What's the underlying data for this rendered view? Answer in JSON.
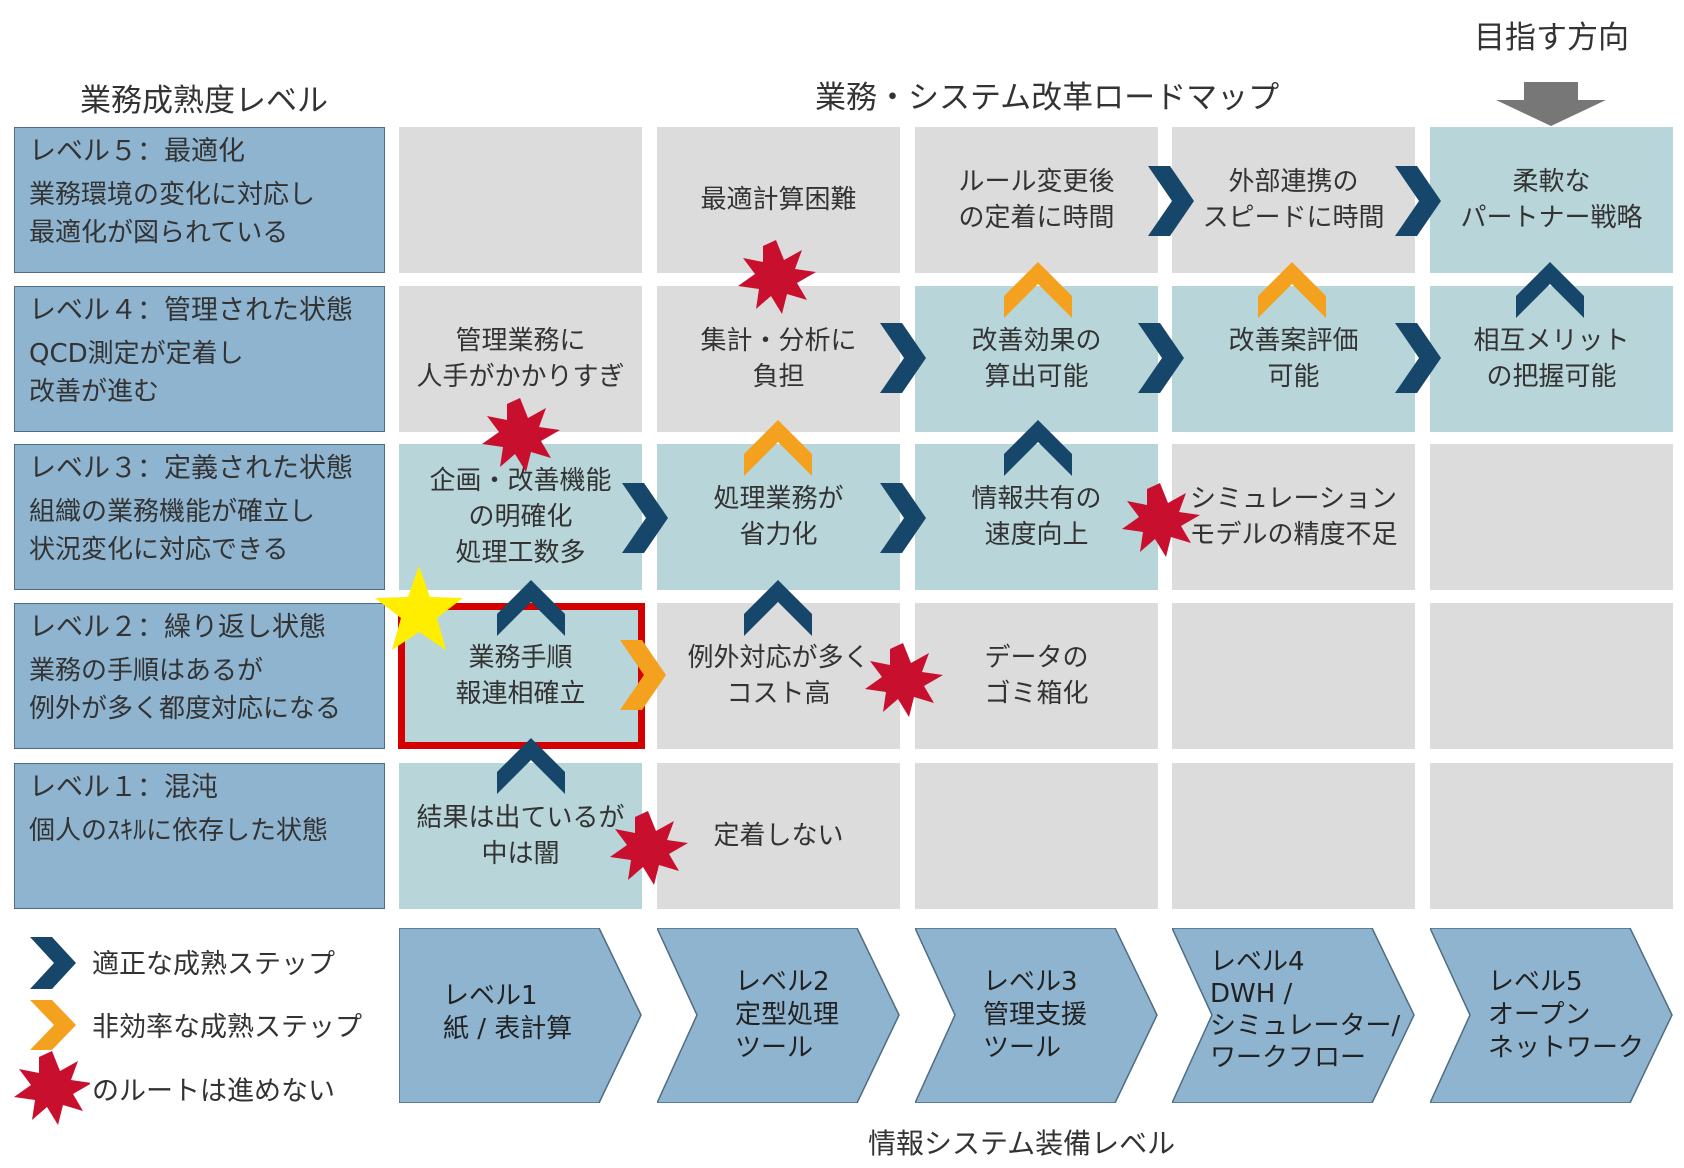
{
  "headers": {
    "maturity_title": "業務成熟度レベル",
    "roadmap_title": "業務・システム改革ロードマップ",
    "direction_label": "目指す方向",
    "system_level_label": "情報システム装備レベル"
  },
  "levels": [
    {
      "title": "レベル５：最適化",
      "desc": "業務環境の変化に対応し\n最適化が図られている"
    },
    {
      "title": "レベル４：管理された状態",
      "desc": "QCD測定が定着し\n改善が進む"
    },
    {
      "title": "レベル３：定義された状態",
      "desc": "組織の業務機能が確立し\n状況変化に対応できる"
    },
    {
      "title": "レベル２：繰り返し状態",
      "desc": "業務の手順はあるが\n例外が多く都度対応になる"
    },
    {
      "title": "レベル１：混沌",
      "desc": "個人のｽｷﾙに依存した状態"
    }
  ],
  "grid": [
    [
      "",
      "最適計算困難",
      "ルール変更後\nの定着に時間",
      "外部連携の\nスピードに時間",
      "柔軟な\nパートナー戦略"
    ],
    [
      "管理業務に\n人手がかかりすぎ",
      "集計・分析に\n負担",
      "改善効果の\n算出可能",
      "改善案評価\n可能",
      "相互メリット\nの把握可能"
    ],
    [
      "企画・改善機能\nの明確化\n処理工数多",
      "処理業務が\n省力化",
      "情報共有の\n速度向上",
      "シミュレーション\nモデルの精度不足",
      ""
    ],
    [
      "業務手順\n報連相確立",
      "例外対応が多く\nコスト高",
      "データの\nゴミ箱化",
      "",
      ""
    ],
    [
      "結果は出ているが\n中は闇",
      "定着しない",
      "",
      "",
      ""
    ]
  ],
  "system_steps": [
    "レベル1\n紙 / 表計算",
    "レベル2\n定型処理\nツール",
    "レベル3\n管理支援\nツール",
    "レベル4\nDWH /\nシミュレーター/\nワークフロー",
    "レベル5\nオープン\nネットワーク"
  ],
  "legend": {
    "proper": "適正な成熟ステップ",
    "inefficient": "非効率な成熟ステップ",
    "blocked": "のルートは進めない"
  },
  "colors": {
    "level_fill": "#8fb4cf",
    "cell_gray": "#dcdcdc",
    "cell_blue": "#b8d6da",
    "proper_arrow": "#17466b",
    "inefficient_arrow": "#f4a11f",
    "blocked_star": "#c8102e",
    "current_frame": "#d40000",
    "current_star": "#ffee00",
    "direction_arrow": "#777777"
  }
}
